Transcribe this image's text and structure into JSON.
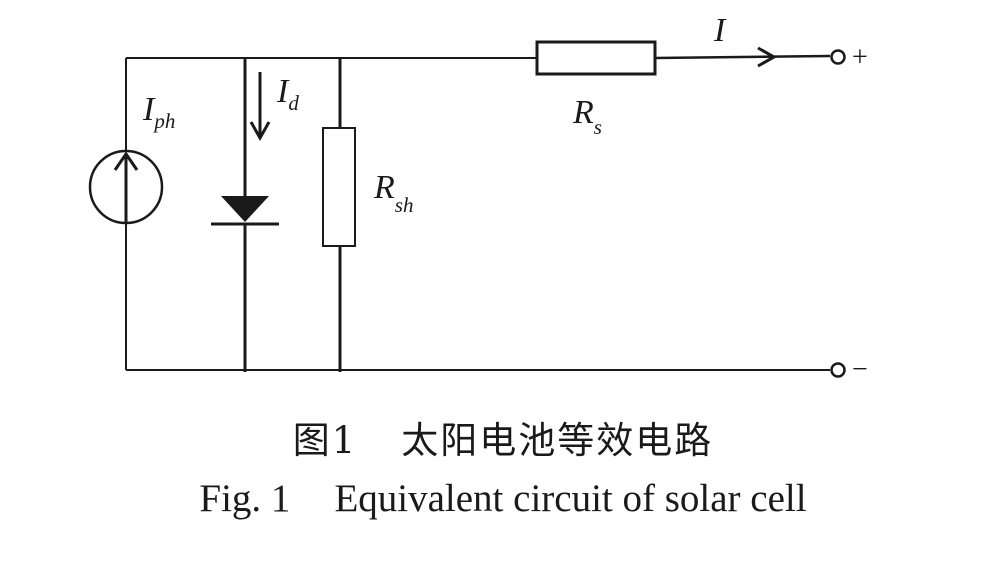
{
  "labels": {
    "photocurrent": {
      "main": "I",
      "sub": "ph"
    },
    "diode_current": {
      "main": "I",
      "sub": "d"
    },
    "shunt_resistor": {
      "main": "R",
      "sub": "sh"
    },
    "series_resistor": {
      "main": "R",
      "sub": "s"
    },
    "output_current": {
      "main": "I"
    },
    "positive_terminal": "+",
    "negative_terminal": "−"
  },
  "caption": {
    "zh_number": "图1",
    "zh_title": "太阳电池等效电路",
    "en_number": "Fig. 1",
    "en_title": "Equivalent circuit of solar cell"
  },
  "colors": {
    "ink": "#1a1a1a",
    "background": "#ffffff"
  }
}
